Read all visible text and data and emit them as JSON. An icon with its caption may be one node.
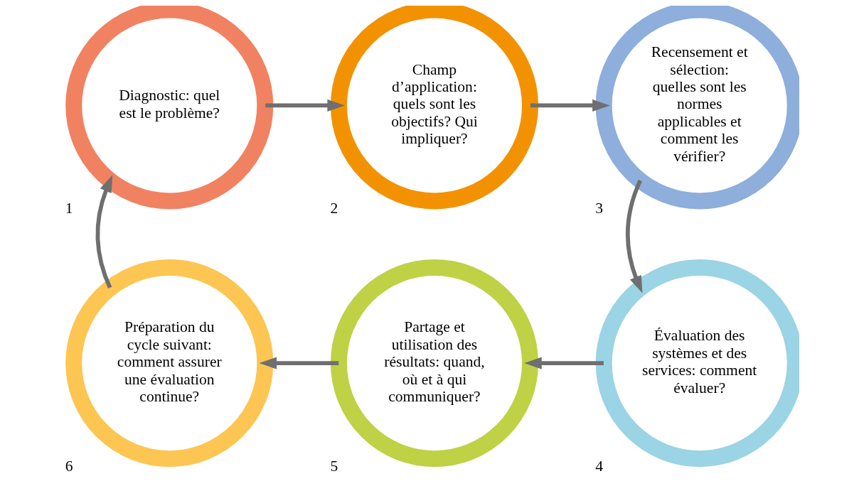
{
  "diagram": {
    "nodes": [
      {
        "text": [
          "Diagnostic: quel est le problème?"
        ],
        "beside": [
          "1"
        ]
      },
      {
        "text": [
          "Champ d’application: quels sont les objectifs? Qui impliquer?"
        ],
        "beside": [
          "2"
        ]
      },
      {
        "text": [
          "Recensement et sélection: quelles sont les normes applicables et comment les vérifier?"
        ],
        "beside": [
          "3"
        ]
      },
      {
        "text": [
          "Évaluation des systèmes et des services: comment évaluer?"
        ],
        "beside": [
          "4"
        ]
      },
      {
        "text": [
          "Partage et utilisation des résultats: quand, où et à qui communiquer?"
        ],
        "beside": [
          "5"
        ]
      },
      {
        "text": [
          "Préparation du cycle suivant: comment assurer une évaluation continue?"
        ],
        "beside": [
          "6"
        ]
      }
    ],
    "edges": [
      {
        "from": 0,
        "to": 1,
        "arrow": "to"
      },
      {
        "from": 1,
        "to": 2,
        "arrow": "to"
      },
      {
        "from": 2,
        "to": 3,
        "arrow": "to"
      },
      {
        "from": 3,
        "to": 4,
        "arrow": "to"
      },
      {
        "from": 4,
        "to": 5,
        "arrow": "to"
      },
      {
        "from": 5,
        "to": 0,
        "arrow": "to"
      }
    ]
  }
}
